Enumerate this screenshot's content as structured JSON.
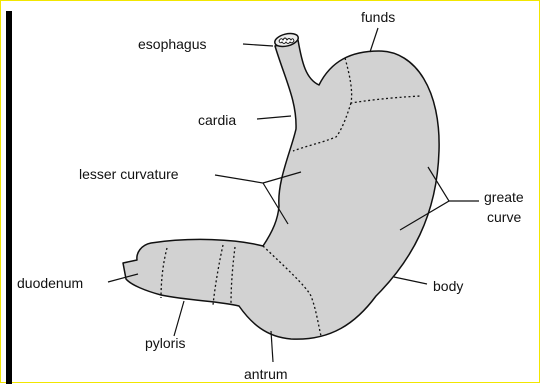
{
  "colors": {
    "stomach_fill": "#d2d2d2",
    "outline": "#111111",
    "frame_border": "#f2e600",
    "left_bar": "#000000"
  },
  "labels": {
    "fundus": "funds",
    "esophagus": "esophagus",
    "cardia": "cardia",
    "lesser_curvature": "lesser curvature",
    "greater_curvature_line1": "greate",
    "greater_curvature_line2": "curve",
    "duodenum": "duodenum",
    "body": "body",
    "pyloris": "pyloris",
    "antrum": "antrum"
  }
}
